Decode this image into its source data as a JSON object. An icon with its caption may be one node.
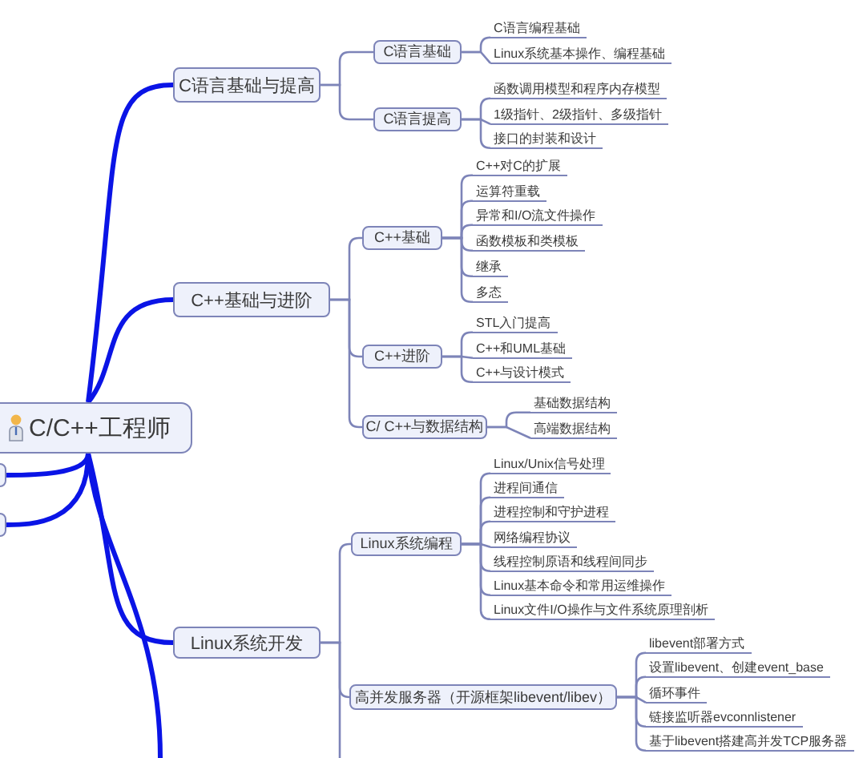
{
  "diagram": {
    "nodes": [
      {
        "text": [
          "C/C++工程师"
        ]
      },
      {
        "text": [
          "C语言基础与提高"
        ]
      },
      {
        "text": [
          "C语言基础"
        ]
      },
      {
        "text": [
          "C语言编程基础"
        ]
      },
      {
        "text": [
          "Linux系统基本操作、编程基础"
        ]
      },
      {
        "text": [
          "C语言提高"
        ]
      },
      {
        "text": [
          "函数调用模型和程序内存模型"
        ]
      },
      {
        "text": [
          "1级指针、2级指针、多级指针"
        ]
      },
      {
        "text": [
          "接口的封装和设计"
        ]
      },
      {
        "text": [
          "C++基础与进阶"
        ]
      },
      {
        "text": [
          "C++基础"
        ]
      },
      {
        "text": [
          "C++对C的扩展"
        ]
      },
      {
        "text": [
          "运算符重载"
        ]
      },
      {
        "text": [
          "异常和I/O流文件操作"
        ]
      },
      {
        "text": [
          "函数模板和类模板"
        ]
      },
      {
        "text": [
          "继承"
        ]
      },
      {
        "text": [
          "多态"
        ]
      },
      {
        "text": [
          "C++进阶"
        ]
      },
      {
        "text": [
          "STL入门提高"
        ]
      },
      {
        "text": [
          "C++和UML基础"
        ]
      },
      {
        "text": [
          "C++与设计模式"
        ]
      },
      {
        "text": [
          "C/ C++与数据结构"
        ]
      },
      {
        "text": [
          "基础数据结构"
        ]
      },
      {
        "text": [
          "高端数据结构"
        ]
      },
      {
        "text": [
          "Linux系统开发"
        ]
      },
      {
        "text": [
          "Linux系统编程"
        ]
      },
      {
        "text": [
          "Linux/Unix信号处理"
        ]
      },
      {
        "text": [
          "进程间通信"
        ]
      },
      {
        "text": [
          "进程控制和守护进程"
        ]
      },
      {
        "text": [
          "网络编程协议"
        ]
      },
      {
        "text": [
          "线程控制原语和线程间同步"
        ]
      },
      {
        "text": [
          "Linux基本命令和常用运维操作"
        ]
      },
      {
        "text": [
          "Linux文件I/O操作与文件系统原理剖析"
        ]
      },
      {
        "text": [
          "高并发服务器（开源框架libevent/libev）"
        ]
      },
      {
        "text": [
          "libevent部署方式"
        ]
      },
      {
        "text": [
          "设置libevent、创建event_base"
        ]
      },
      {
        "text": [
          "循环事件"
        ]
      },
      {
        "text": [
          "链接监听器evconnlistener"
        ]
      },
      {
        "text": [
          "基于libevent搭建高并发TCP服务器"
        ]
      },
      {
        "text": [],
        "shape": "box"
      },
      {
        "text": [],
        "shape": "box"
      }
    ],
    "edges": [
      {
        "from": 0,
        "to": 1,
        "arrow": "none",
        "style": "thick",
        "color": "#0a14e6"
      },
      {
        "from": 0,
        "to": 9,
        "arrow": "none",
        "style": "thick",
        "color": "#0a14e6"
      },
      {
        "from": 0,
        "to": 24,
        "arrow": "none",
        "style": "thick",
        "color": "#0a14e6"
      },
      {
        "from": 0,
        "to": 39,
        "arrow": "none",
        "style": "thick",
        "color": "#0a14e6"
      },
      {
        "from": 0,
        "to": 40,
        "arrow": "none",
        "style": "thick",
        "color": "#0a14e6"
      },
      {
        "from": 0,
        "to": null,
        "arrow": "none",
        "style": "thick",
        "color": "#0a14e6"
      },
      {
        "from": 1,
        "to": 2,
        "arrow": "none"
      },
      {
        "from": 1,
        "to": 5,
        "arrow": "none"
      },
      {
        "from": 2,
        "to": 3,
        "arrow": "none"
      },
      {
        "from": 2,
        "to": 4,
        "arrow": "none"
      },
      {
        "from": 5,
        "to": 6,
        "arrow": "none"
      },
      {
        "from": 5,
        "to": 7,
        "arrow": "none"
      },
      {
        "from": 5,
        "to": 8,
        "arrow": "none"
      },
      {
        "from": 9,
        "to": 10,
        "arrow": "none"
      },
      {
        "from": 9,
        "to": 17,
        "arrow": "none"
      },
      {
        "from": 9,
        "to": 21,
        "arrow": "none"
      },
      {
        "from": 10,
        "to": 11,
        "arrow": "none"
      },
      {
        "from": 10,
        "to": 12,
        "arrow": "none"
      },
      {
        "from": 10,
        "to": 13,
        "arrow": "none"
      },
      {
        "from": 10,
        "to": 14,
        "arrow": "none"
      },
      {
        "from": 10,
        "to": 15,
        "arrow": "none"
      },
      {
        "from": 10,
        "to": 16,
        "arrow": "none"
      },
      {
        "from": 17,
        "to": 18,
        "arrow": "none"
      },
      {
        "from": 17,
        "to": 19,
        "arrow": "none"
      },
      {
        "from": 17,
        "to": 20,
        "arrow": "none"
      },
      {
        "from": 21,
        "to": 22,
        "arrow": "none"
      },
      {
        "from": 21,
        "to": 23,
        "arrow": "none"
      },
      {
        "from": 24,
        "to": 25,
        "arrow": "none"
      },
      {
        "from": 24,
        "to": 33,
        "arrow": "none"
      },
      {
        "from": 24,
        "to": null,
        "arrow": "none"
      },
      {
        "from": 25,
        "to": 26,
        "arrow": "none"
      },
      {
        "from": 25,
        "to": 27,
        "arrow": "none"
      },
      {
        "from": 25,
        "to": 28,
        "arrow": "none"
      },
      {
        "from": 25,
        "to": 29,
        "arrow": "none"
      },
      {
        "from": 25,
        "to": 30,
        "arrow": "none"
      },
      {
        "from": 25,
        "to": 31,
        "arrow": "none"
      },
      {
        "from": 25,
        "to": 32,
        "arrow": "none"
      },
      {
        "from": 33,
        "to": 34,
        "arrow": "none"
      },
      {
        "from": 33,
        "to": 35,
        "arrow": "none"
      },
      {
        "from": 33,
        "to": 36,
        "arrow": "none"
      },
      {
        "from": 33,
        "to": 37,
        "arrow": "none"
      },
      {
        "from": 33,
        "to": 38,
        "arrow": "none"
      }
    ]
  }
}
